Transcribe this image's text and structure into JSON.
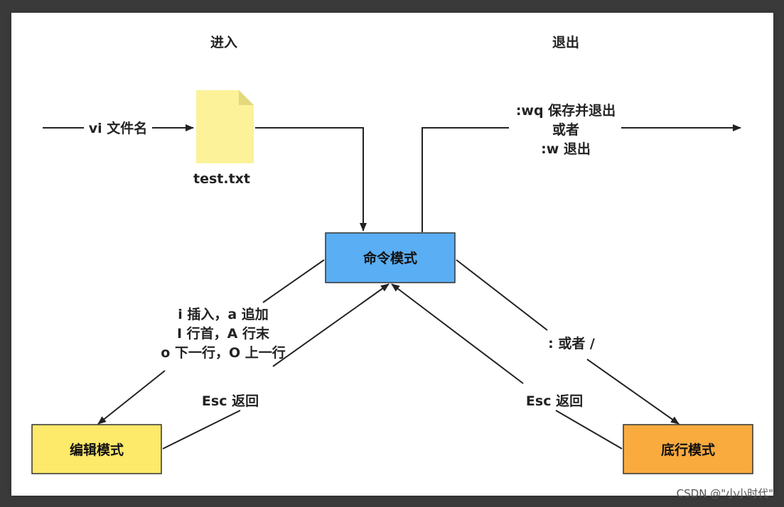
{
  "headings": {
    "enter": "进入",
    "exit": "退出"
  },
  "entry": {
    "command": "vi 文件名",
    "file_name": "test.txt"
  },
  "exit_cmds": {
    "line1": ":wq 保存并退出",
    "line2": "或者",
    "line3": ":w 退出"
  },
  "modes": {
    "command": "命令模式",
    "edit": "编辑模式",
    "lastline": "底行模式"
  },
  "edges": {
    "to_edit": {
      "line1": "i 插入，a 追加",
      "line2": "I 行首，A 行末",
      "line3": "o 下一行，O 上一行"
    },
    "edit_back": "Esc 返回",
    "to_lastline": ": 或者 /",
    "lastline_back": "Esc 返回"
  },
  "watermark": "CSDN @\"小小时代\"",
  "colors": {
    "command_box": "#5aaef3",
    "edit_box": "#fde96a",
    "lastline_box": "#f9ab3e",
    "file_icon": "#fbf29a",
    "file_fold": "#e3d87a"
  }
}
